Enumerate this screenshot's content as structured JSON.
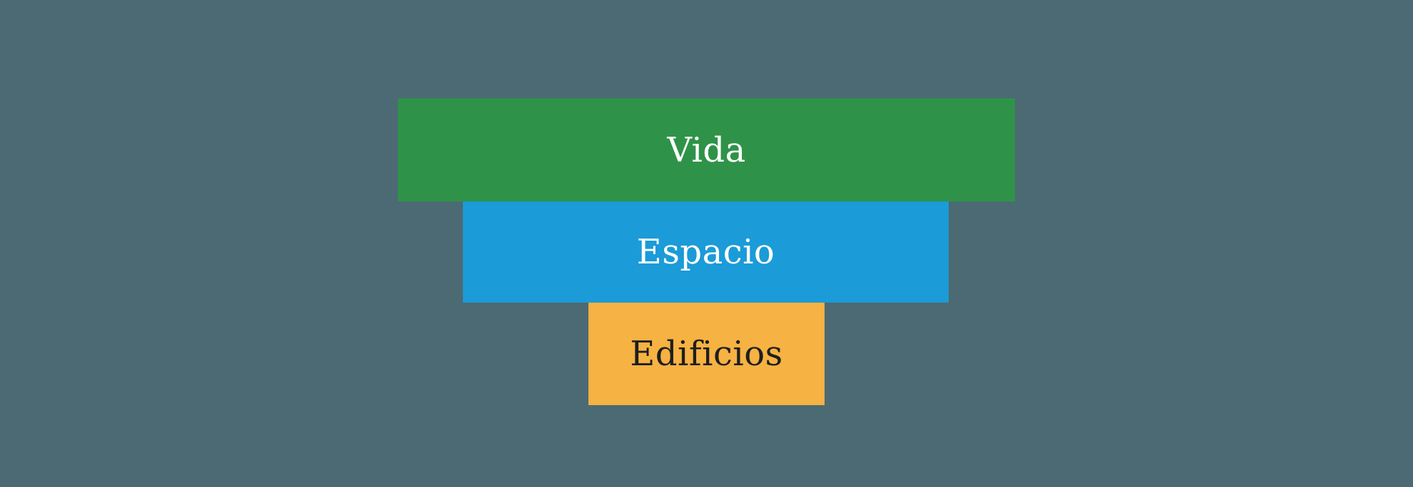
{
  "diagram": {
    "type": "inverted-pyramid",
    "background_color": "#4C6A73",
    "layers": [
      {
        "label": "Vida",
        "color": "#2E9348",
        "text_color": "#FFFFFF",
        "relative_width": 865
      },
      {
        "label": "Espacio",
        "color": "#1B9BD8",
        "text_color": "#FFFFFF",
        "relative_width": 681
      },
      {
        "label": "Edificios",
        "color": "#F6B243",
        "text_color": "#1E1E1E",
        "relative_width": 331
      }
    ]
  }
}
